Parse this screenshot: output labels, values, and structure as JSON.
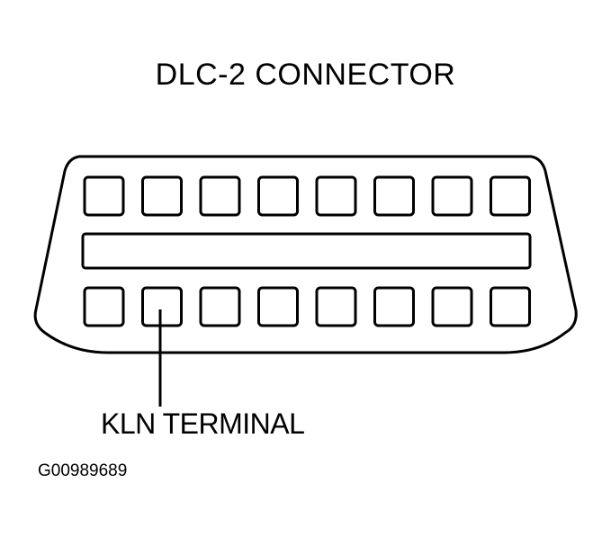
{
  "diagram": {
    "title": "DLC-2 CONNECTOR",
    "callout_label": "KLN TERMINAL",
    "figure_id": "G00989689"
  },
  "connector": {
    "pins_per_row": 8,
    "rows": 2,
    "highlighted_pin": {
      "row": 2,
      "position": 2
    }
  },
  "colors": {
    "line": "#000000",
    "background": "#ffffff"
  }
}
